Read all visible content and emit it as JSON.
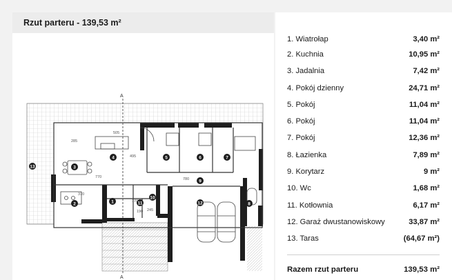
{
  "plan": {
    "title": "Rzut parteru - 139,53 m²",
    "section_mark": "A",
    "dims": [
      "505",
      "495",
      "770",
      "780",
      "370",
      "245",
      "170",
      "190",
      "285"
    ],
    "room_numbers": [
      "1",
      "2",
      "3",
      "4",
      "5",
      "6",
      "7",
      "8",
      "9",
      "10",
      "11",
      "12",
      "13"
    ]
  },
  "rooms": [
    {
      "label": "1. Wiatrołap",
      "value": "3,40 m²"
    },
    {
      "label": "2. Kuchnia",
      "value": "10,95 m²"
    },
    {
      "label": "3. Jadalnia",
      "value": "7,42 m²"
    },
    {
      "label": "4. Pokój dzienny",
      "value": "24,71 m²"
    },
    {
      "label": "5. Pokój",
      "value": "11,04 m²"
    },
    {
      "label": "6. Pokój",
      "value": "11,04 m²"
    },
    {
      "label": "7. Pokój",
      "value": "12,36 m²"
    },
    {
      "label": "8. Łazienka",
      "value": "7,89 m²"
    },
    {
      "label": "9. Korytarz",
      "value": "9 m²"
    },
    {
      "label": "10. Wc",
      "value": "1,68 m²"
    },
    {
      "label": "11. Kotłownia",
      "value": "6,17 m²"
    },
    {
      "label": "12. Garaż dwustanowiskowy",
      "value": "33,87 m²"
    },
    {
      "label": "13. Taras",
      "value": "(64,67 m²)"
    }
  ],
  "total": {
    "label": "Razem rzut parteru",
    "value": "139,53 m²"
  }
}
